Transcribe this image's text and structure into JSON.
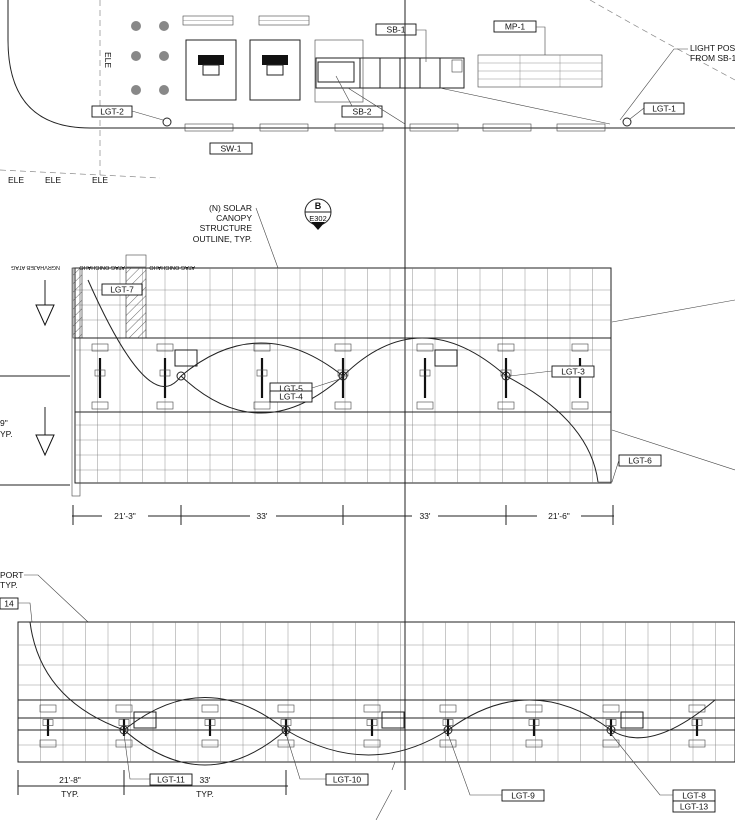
{
  "equipment_tags": {
    "sb1": "SB-1",
    "sb2": "SB-2",
    "mp1": "MP-1",
    "sw1": "SW-1"
  },
  "light_tags": {
    "lgt1": "LGT-1",
    "lgt2": "LGT-2",
    "lgt3": "LGT-3",
    "lgt4": "LGT-4",
    "lgt5": "LGT-5",
    "lgt6": "LGT-6",
    "lgt7": "LGT-7",
    "lgt8": "LGT-8",
    "lgt9": "LGT-9",
    "lgt10": "LGT-10",
    "lgt11": "LGT-11",
    "lgt13": "LGT-13",
    "lgt14": "14"
  },
  "notes": {
    "light_pos_1": "LIGHT POS",
    "light_pos_2": "FROM SB-1",
    "canopy_1": "(N) SOLAR",
    "canopy_2": "CANOPY",
    "canopy_3": "STRUCTURE",
    "canopy_4": "OUTLINE, TYP.",
    "port_1": "PORT",
    "port_2": "TYP.",
    "left_dim_1": "9\"",
    "left_dim_2": "YP.",
    "ele": "ELE"
  },
  "section_marker": {
    "letter": "B",
    "sheet": "E302"
  },
  "dimensions": {
    "upper": [
      "21'-3\"",
      "33'",
      "33'",
      "21'-6\""
    ],
    "lower_1": "21'-8\"",
    "lower_1_sub": "TYP.",
    "lower_2": "33'",
    "lower_2_sub": "TYP."
  }
}
